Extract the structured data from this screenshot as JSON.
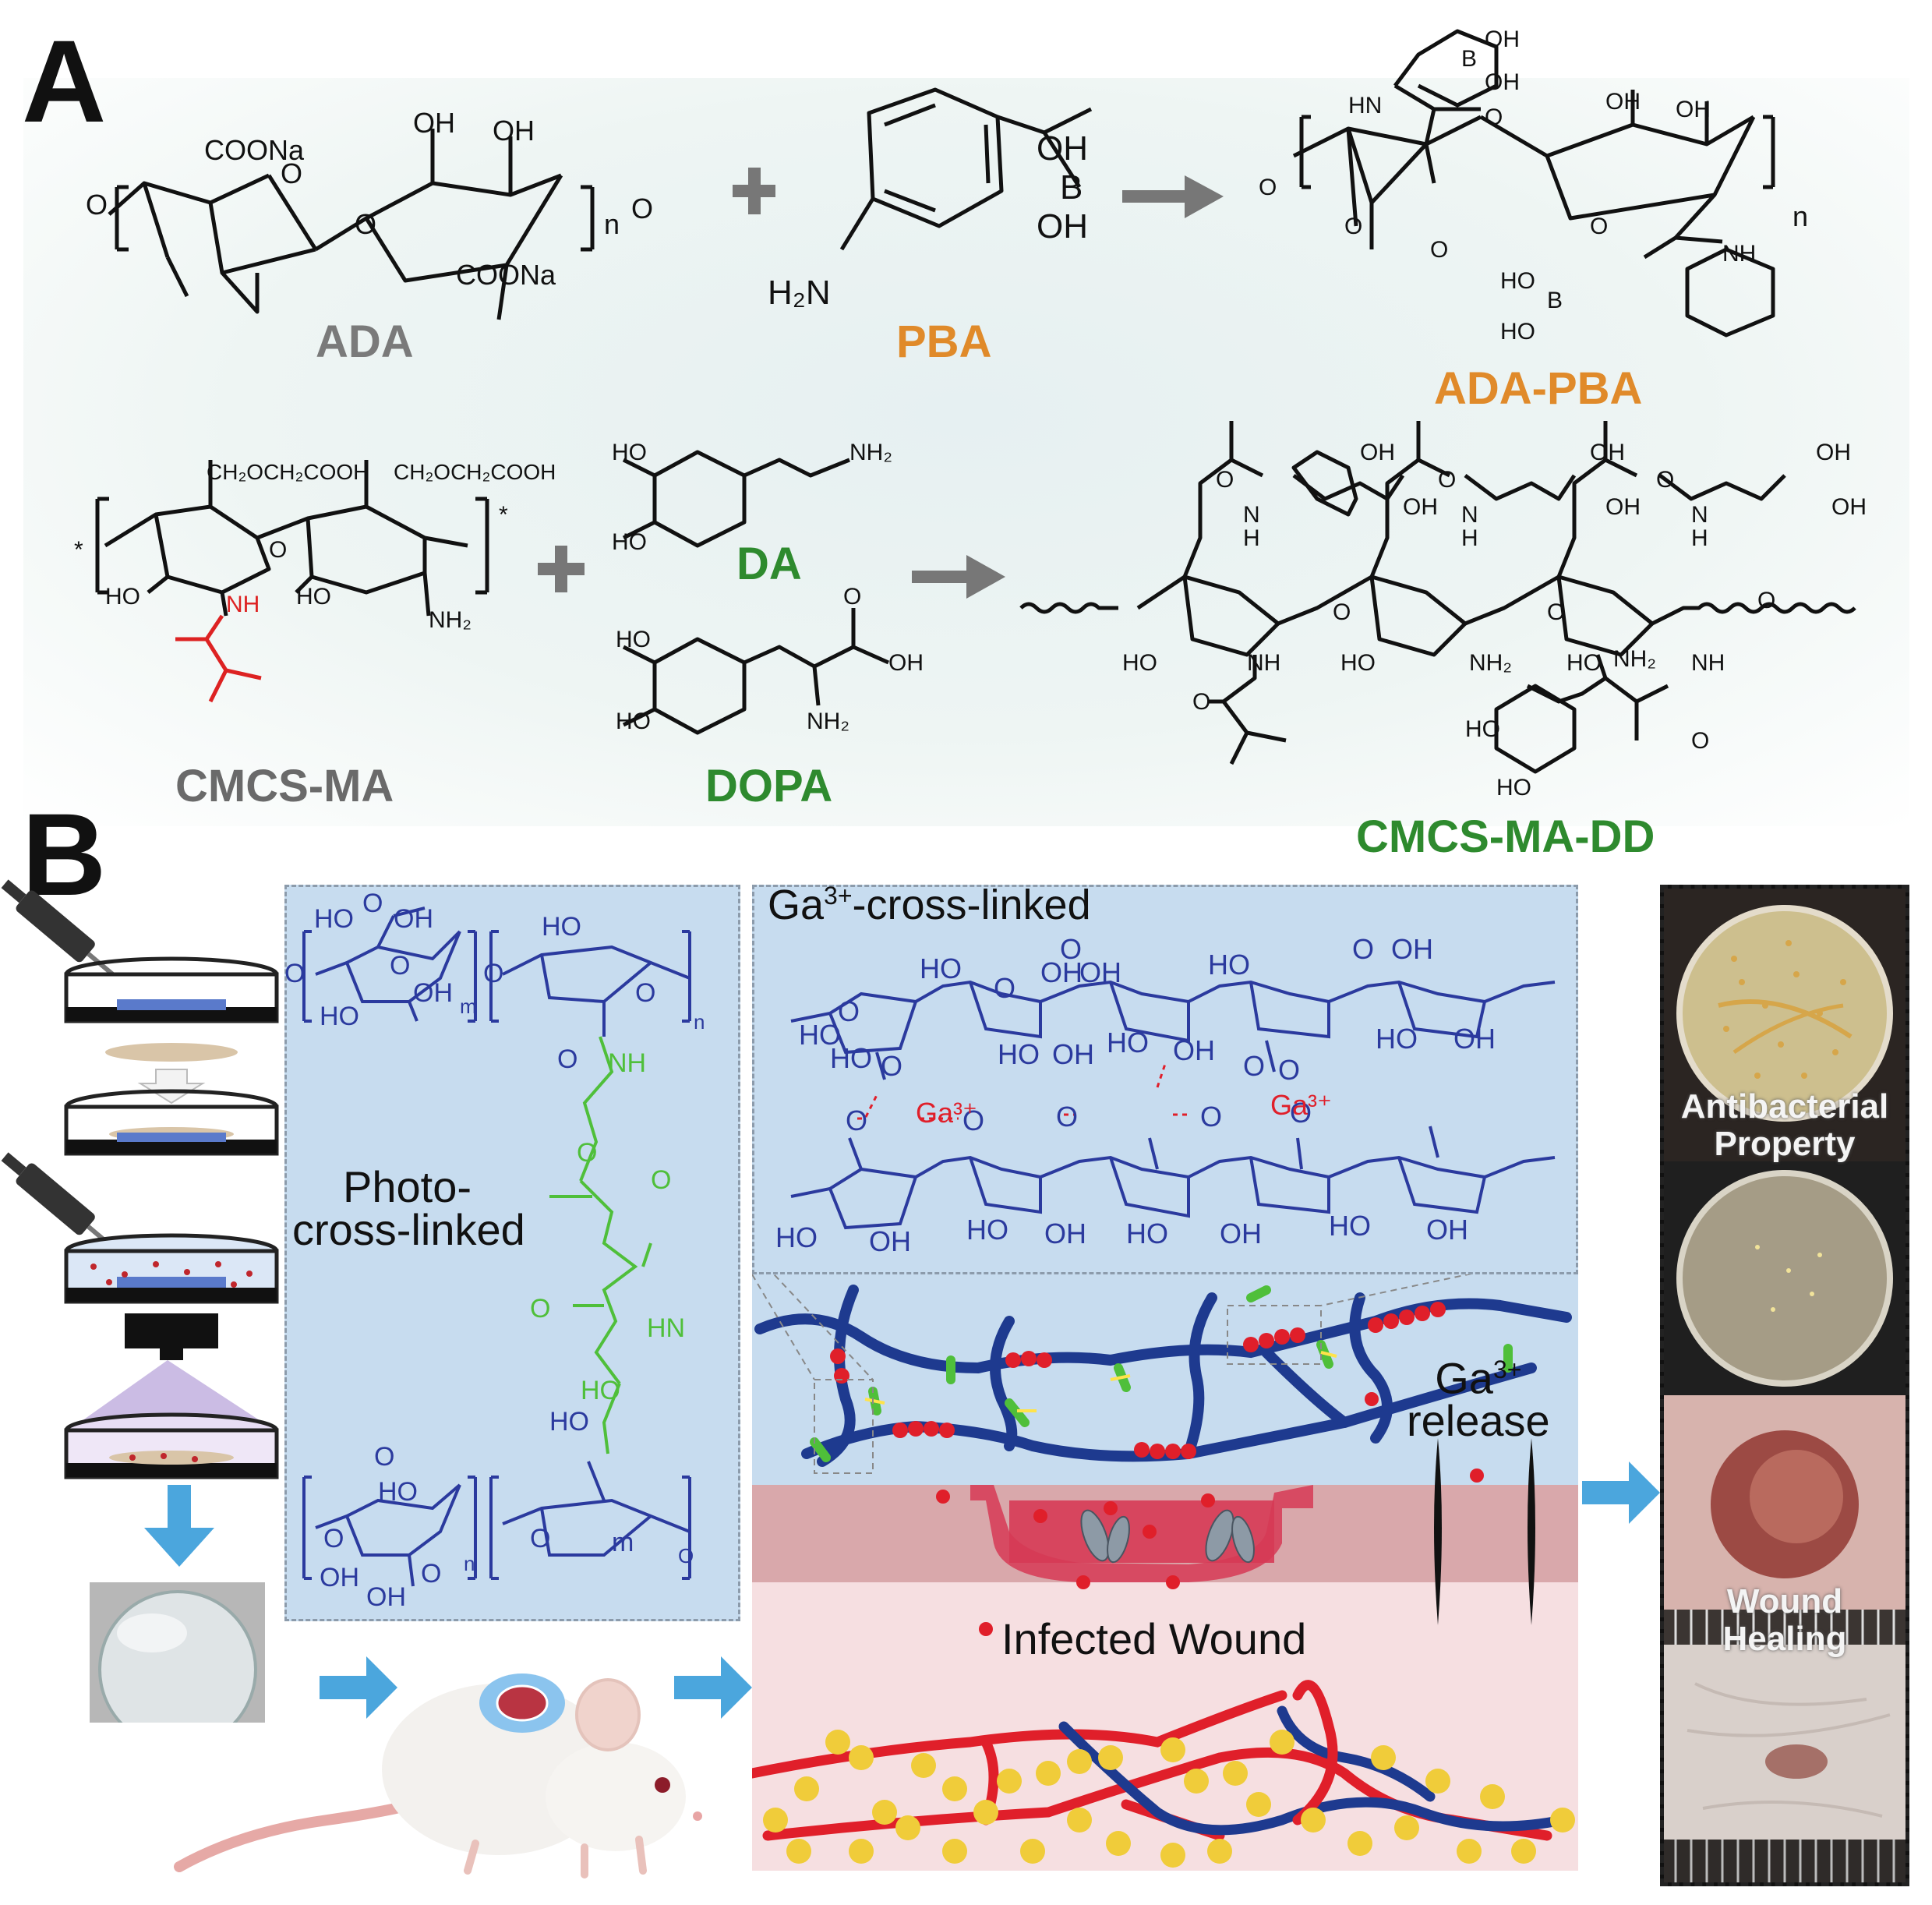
{
  "panel_a": {
    "letter": "A",
    "row1": {
      "ada": {
        "name": "ADA",
        "color": "#7a7a7a",
        "labels": [
          "COONa",
          "OH",
          "OH",
          "COONa",
          "O",
          "O",
          "O",
          "O",
          "n"
        ]
      },
      "pba": {
        "name": "PBA",
        "color": "#e08a2a",
        "labels": [
          "OH",
          "B",
          "OH",
          "H₂N"
        ]
      },
      "product": {
        "name": "ADA-PBA",
        "color": "#e08a2a",
        "labels": [
          "OH",
          "B",
          "OH",
          "HN",
          "O",
          "OH",
          "OH",
          "O",
          "n",
          "NH",
          "O",
          "HO",
          "B",
          "HO",
          "O",
          "O"
        ]
      }
    },
    "row2": {
      "cmcs": {
        "name": "CMCS-MA",
        "color": "#6a6a6a",
        "labels": [
          "CH₂OCH₂COOH",
          "CH₂OCH₂COOH",
          "HO",
          "NH",
          "HO",
          "NH₂",
          "O",
          "*",
          "*"
        ]
      },
      "da": {
        "name": "DA",
        "color": "#2e8a2e",
        "labels": [
          "HO",
          "HO",
          "NH₂"
        ]
      },
      "dopa": {
        "name": "DOPA",
        "color": "#2e8a2e",
        "labels": [
          "HO",
          "HO",
          "O",
          "OH",
          "NH₂"
        ]
      },
      "product": {
        "name": "CMCS-MA-DD",
        "color": "#2e8a2e",
        "labels": [
          "OH",
          "OH",
          "OH",
          "OH",
          "OH",
          "OH",
          "O",
          "O",
          "O",
          "N",
          "N",
          "N",
          "H",
          "H",
          "H",
          "HO",
          "NH",
          "HO",
          "NH₂",
          "HO",
          "NH₂",
          "NH",
          "O",
          "O",
          "O",
          "O",
          "HO",
          "HO",
          "O"
        ]
      }
    }
  },
  "panel_b": {
    "letter": "B",
    "photo_box": {
      "title_line1": "Photo-",
      "title_line2": "cross-linked",
      "labels": [
        "HO",
        "O",
        "OH",
        "HO",
        "OH",
        "O",
        "HO",
        "O",
        "m",
        "O",
        "O",
        "n",
        "NH",
        "O",
        "O",
        "O",
        "O",
        "HN",
        "HO",
        "O",
        "HO",
        "O",
        "HO",
        "OH",
        "O",
        "OH",
        "m",
        "n",
        "O",
        "O"
      ]
    },
    "ga_box": {
      "title": "Ga",
      "title_sup": "3+",
      "title_rest": "-cross-linked",
      "ga_label": "Ga³⁺",
      "labels": [
        "HO",
        "O",
        "OH",
        "HO",
        "O",
        "OH",
        "O",
        "OH",
        "HO",
        "O",
        "HO",
        "HO",
        "OH",
        "HO",
        "OH",
        "HO",
        "OH",
        "O",
        "O",
        "O",
        "O",
        "O",
        "O",
        "O",
        "O",
        "HO",
        "OH",
        "HO",
        "OH",
        "HO",
        "OH",
        "HO",
        "OH"
      ]
    },
    "network": {
      "release_label_1": "Ga",
      "release_sup": "3+",
      "release_label_2": "release",
      "wound_label": "Infected Wound"
    },
    "photos": {
      "antibacterial_1": "Antibacterial",
      "antibacterial_2": "Property",
      "wound_1": "Wound",
      "wound_2": "Healing"
    },
    "colors": {
      "chain_blue": "#1e3a8f",
      "crosslink_green": "#4fbf3a",
      "ga_red": "#e01f2a",
      "box_bg": "#c7dcef",
      "fat_yellow": "#f0cc3a"
    }
  }
}
